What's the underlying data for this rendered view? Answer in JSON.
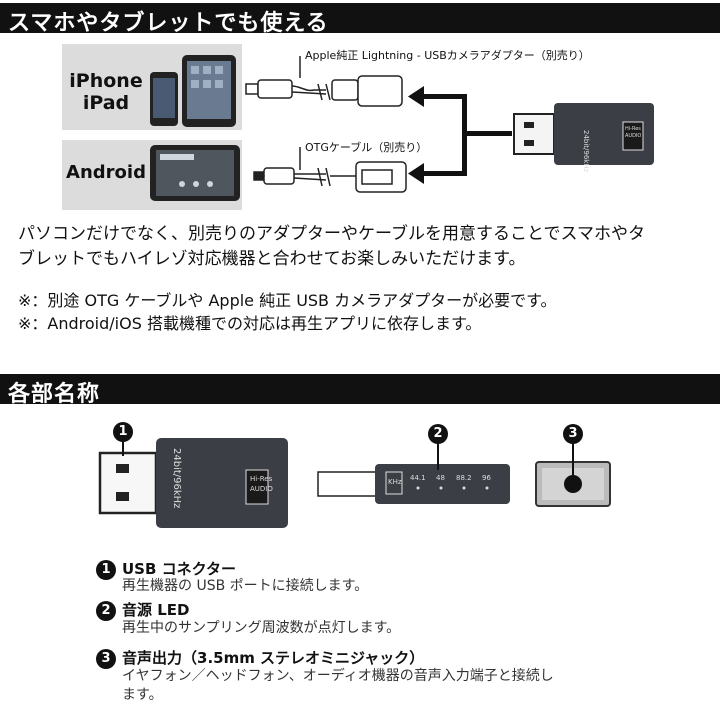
{
  "header1": {
    "title": "スマホやタブレットでも使える"
  },
  "panel_iphone": {
    "label_line1": "iPhone",
    "label_line2": "iPad"
  },
  "panel_android": {
    "label": "Android"
  },
  "callout_apple": "Apple純正 Lightning - USBカメラアダプター（別売り）",
  "callout_otg": "OTGケーブル（別売り）",
  "device_print": {
    "spec": "24bit/96kHz",
    "hires_top": "Hi-Res",
    "hires_bottom": "AUDIO"
  },
  "description": {
    "line1": "パソコンだけでなく、別売りのアダプターやケーブルを用意することでスマホやタ",
    "line2": "ブレットでもハイレゾ対応機器と合わせてお楽しみいただけます。"
  },
  "notes": {
    "note1": "※：別途 OTG ケーブルや Apple 純正 USB カメラアダプターが必要です。",
    "note2": "※：Android/iOS 搭載機種での対応は再生アプリに依存します。"
  },
  "header2": {
    "title": "各部名称"
  },
  "led_panel": {
    "unit": "KHz",
    "rates": [
      "44.1",
      "48",
      "88.2",
      "96"
    ]
  },
  "parts": [
    {
      "num": "1",
      "title": "USB コネクター",
      "desc1": "再生機器の USB ポートに接続します。",
      "desc2": ""
    },
    {
      "num": "2",
      "title": "音源 LED",
      "desc1": "再生中のサンプリング周波数が点灯します。",
      "desc2": ""
    },
    {
      "num": "3",
      "title": "音声出力（3.5mm ステレオミニジャック）",
      "desc1": "イヤフォン／ヘッドフォン、オーディオ機器の音声入力端子と接続し",
      "desc2": "ます。"
    }
  ]
}
